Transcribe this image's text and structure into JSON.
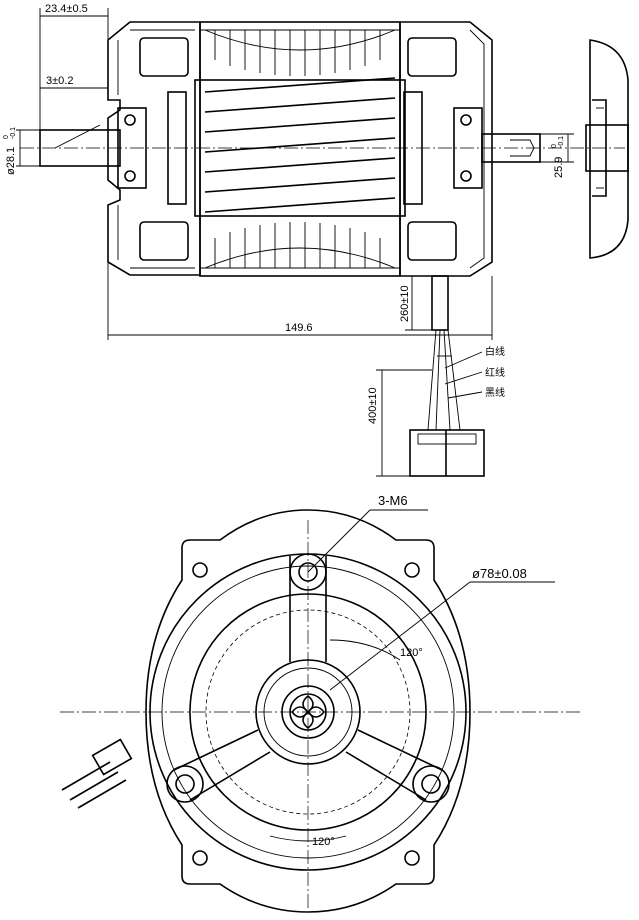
{
  "side_view": {
    "dim_front_offset": "23.4±0.5",
    "dim_shoulder": "3±0.2",
    "dim_shaft_dia": "ø28.1",
    "dim_shaft_dia_tol_upper": "0",
    "dim_shaft_dia_tol_lower": "-0.1",
    "dim_length": "149.6",
    "dim_lead_length": "260±10",
    "dim_flat": "25.9",
    "dim_flat_tol_upper": "0",
    "dim_flat_tol_lower": "-0.1"
  },
  "wiring": {
    "dim_connector_length": "400±10",
    "wire_white": "白线",
    "wire_red": "红线",
    "wire_black": "黑线"
  },
  "front_view": {
    "thread_callout": "3-M6",
    "pcd_callout": "ø78±0.08",
    "angle_upper": "120°",
    "angle_lower": "120°"
  }
}
